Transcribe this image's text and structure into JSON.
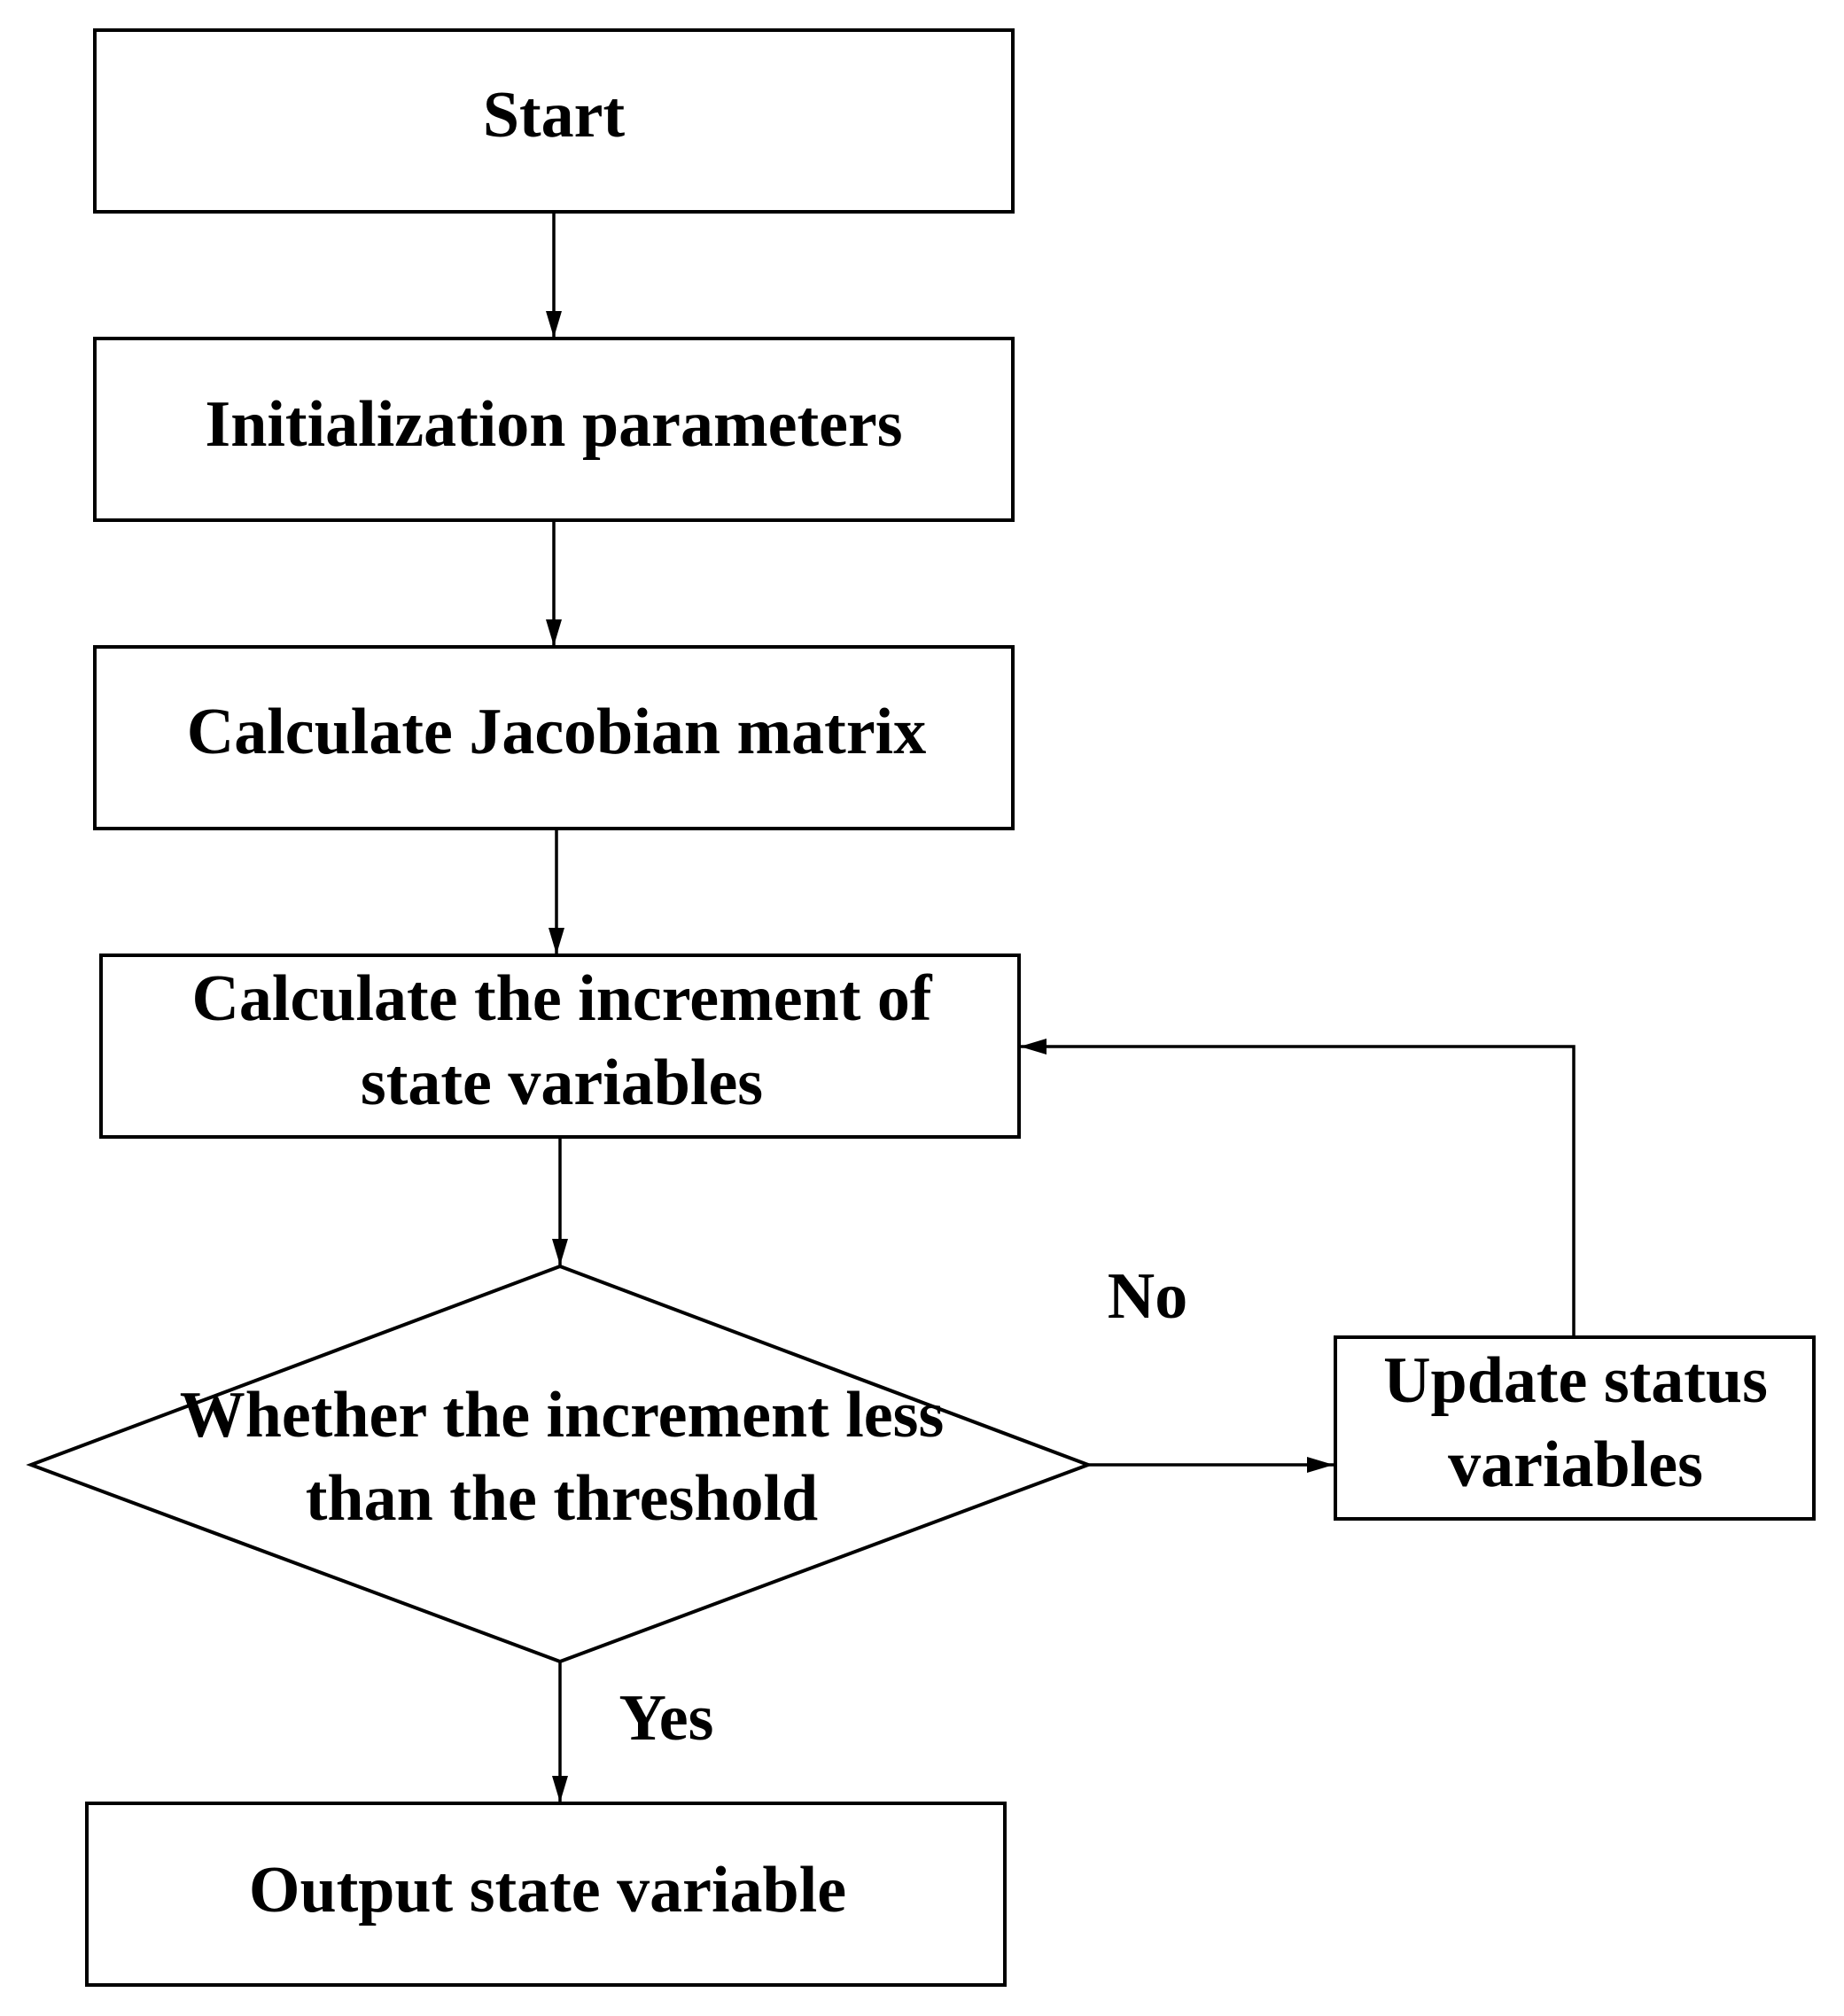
{
  "flowchart": {
    "start": "Start",
    "init": "Initialization parameters",
    "jacobian": "Calculate Jacobian matrix",
    "increment": [
      "Calculate the increment of",
      "state variables"
    ],
    "decision": [
      "Whether the increment less",
      "than the threshold"
    ],
    "update": [
      "Update status",
      "variables"
    ],
    "output": "Output state variable",
    "no_label": "No",
    "yes_label": "Yes"
  },
  "colors": {
    "stroke": "#000000",
    "fill": "#ffffff",
    "text": "#000000"
  }
}
